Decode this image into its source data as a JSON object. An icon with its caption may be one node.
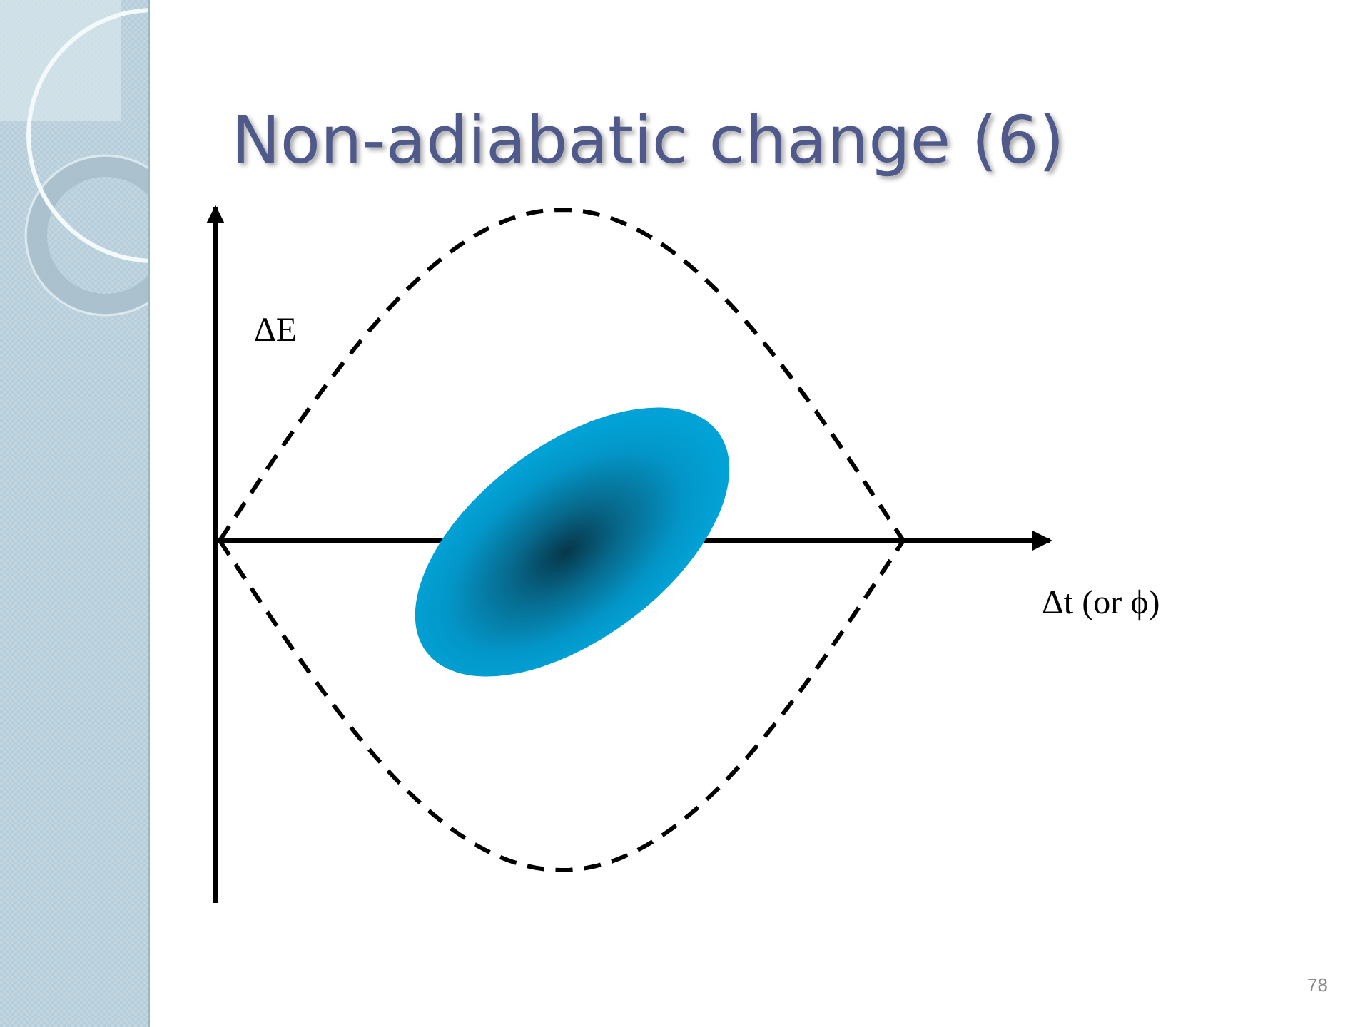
{
  "diagram": {
    "title": "Non-adiabatic change (6)",
    "labels": [
      "ΔE",
      "Δt (or ϕ)",
      "78"
    ]
  }
}
